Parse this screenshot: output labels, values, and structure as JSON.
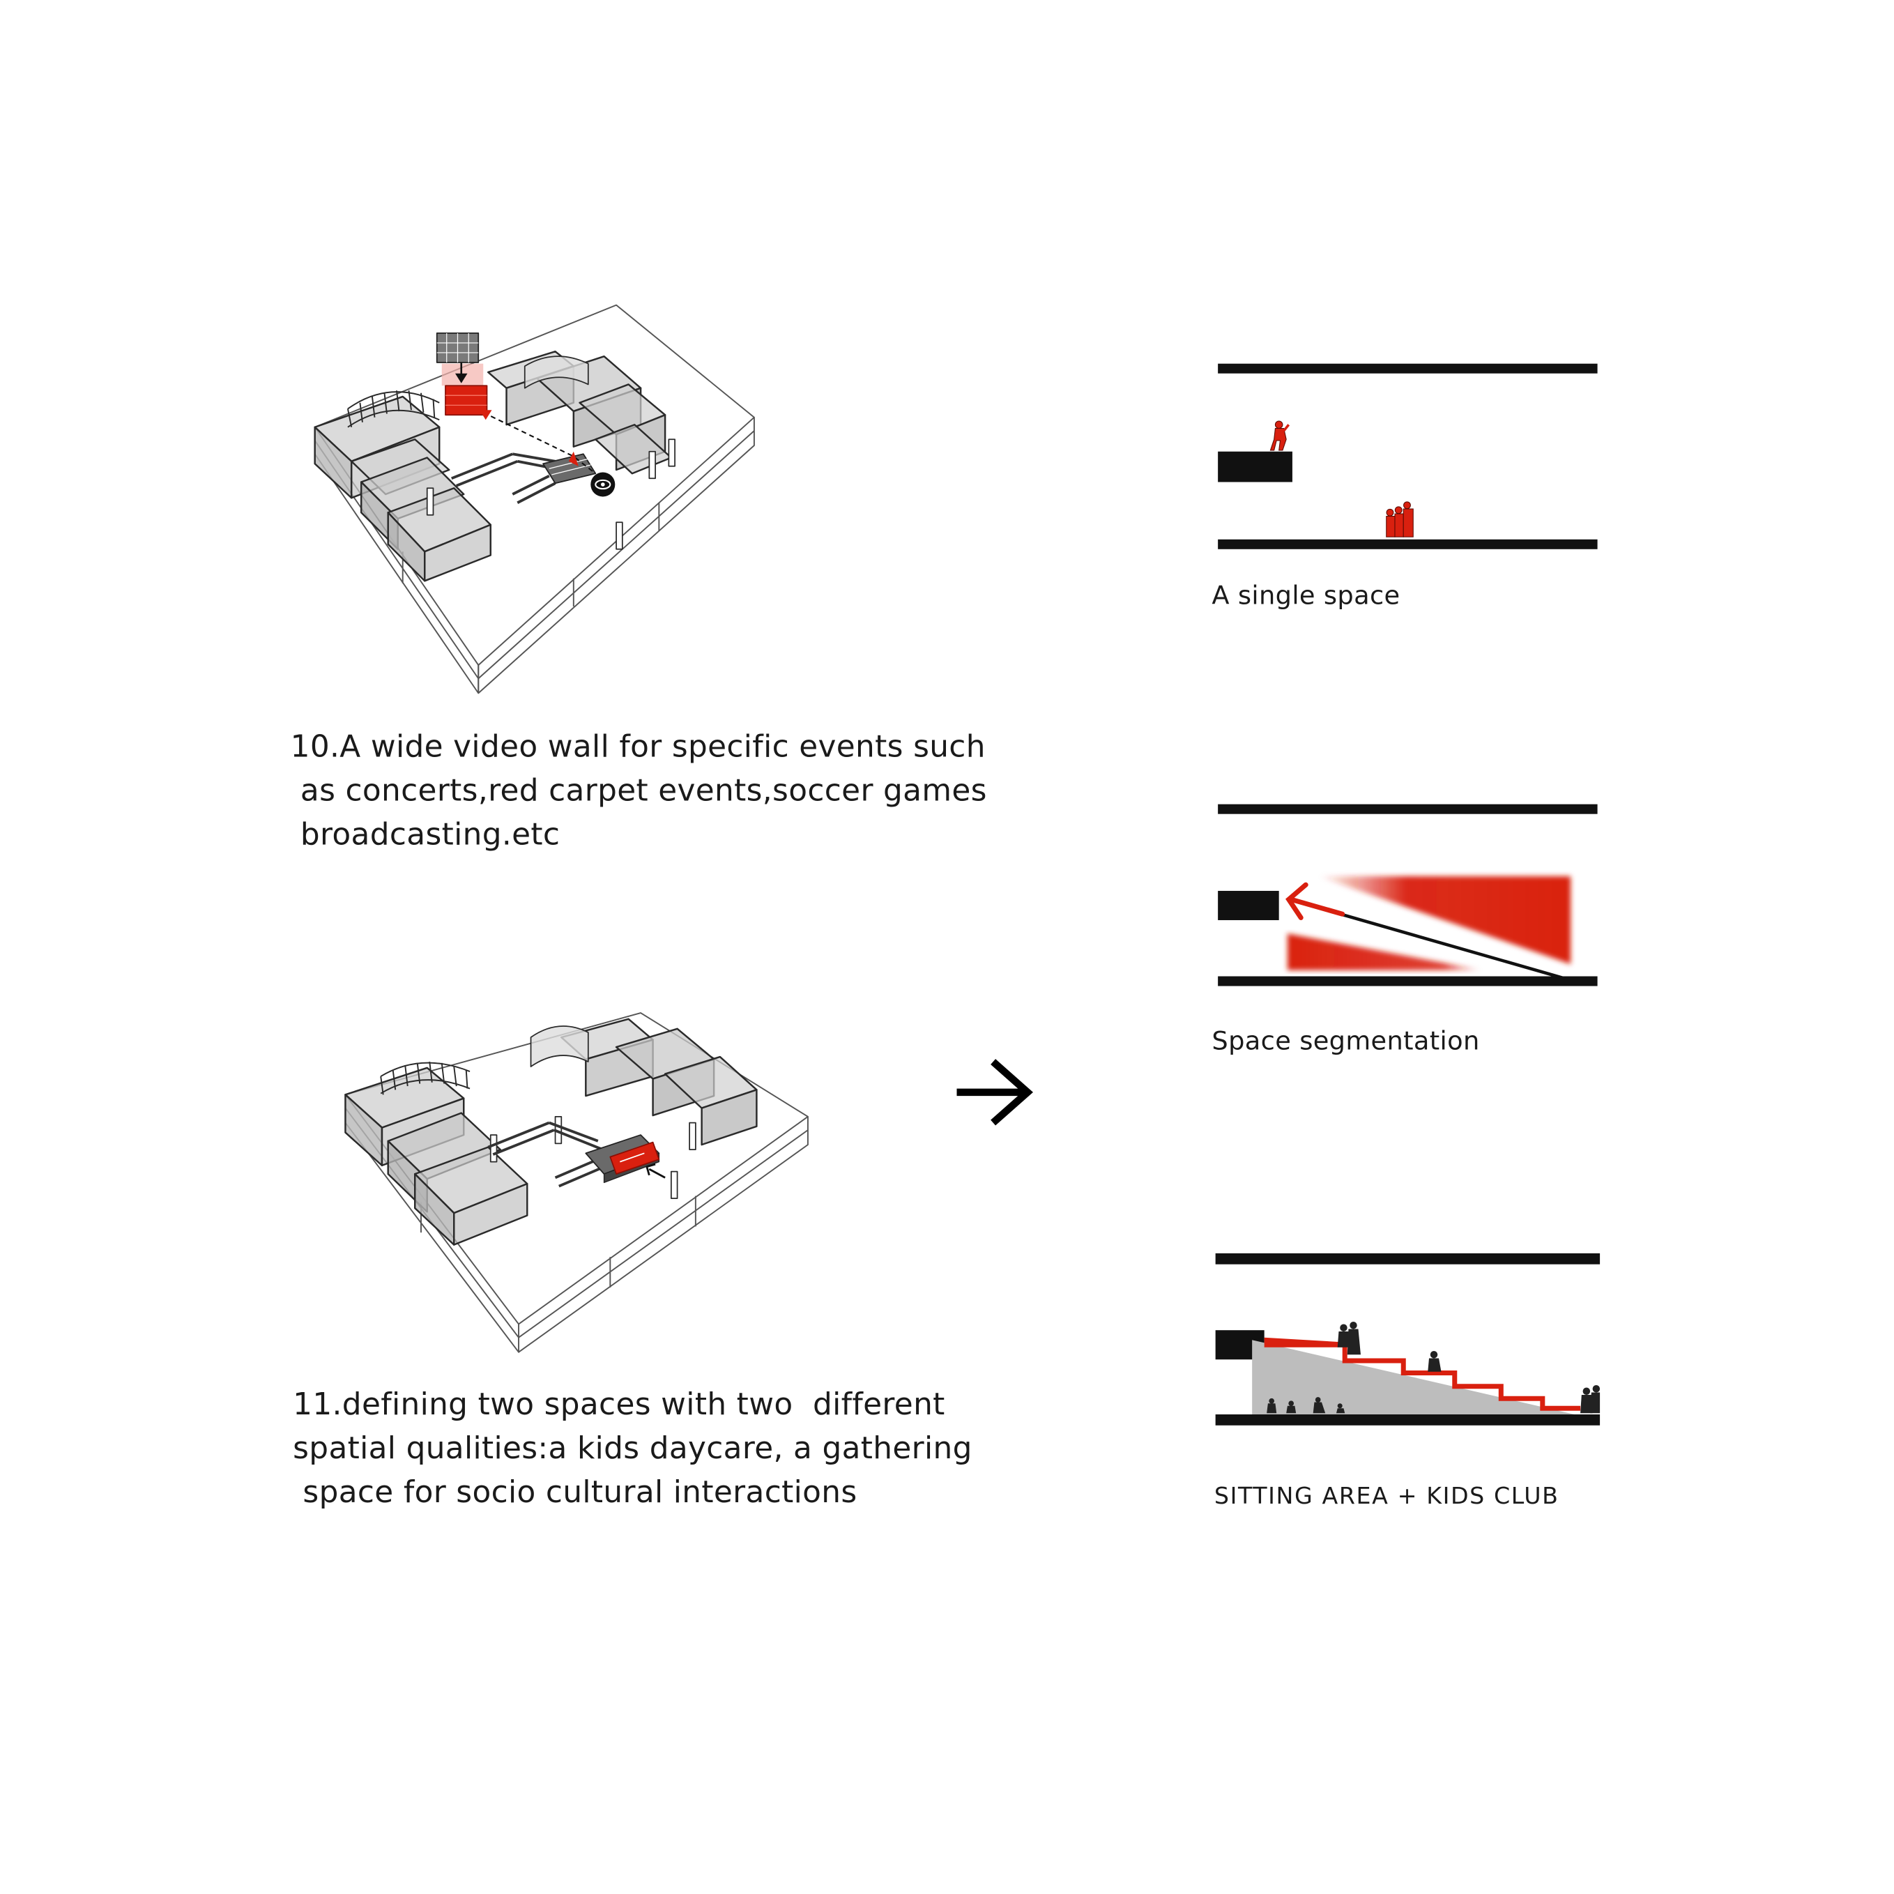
{
  "captions": {
    "step10": [
      "10.A wide video wall for specific events such",
      " as concerts,red carpet events,soccer games",
      " broadcasting.etc"
    ],
    "step11": [
      "11.defining two spaces with two  different",
      "spatial qualities:a kids daycare, a gathering",
      " space for socio cultural interactions"
    ],
    "section1": "A single space",
    "section2": "Space segmentation",
    "section3": "SITTING AREA + KIDS CLUB"
  },
  "colors": {
    "accent": "#d9200f",
    "ink": "#111111",
    "line": "#2a2a2a",
    "glass": "#bdbdbd"
  },
  "icons": {
    "eye": "eye-icon",
    "arrow": "arrow-right-icon"
  }
}
